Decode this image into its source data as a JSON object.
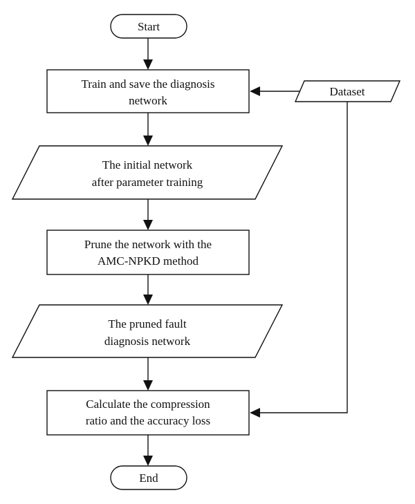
{
  "nodes": {
    "start": {
      "label": "Start"
    },
    "train": {
      "line1": "Train and save the diagnosis",
      "line2": "network"
    },
    "dataset": {
      "label": "Dataset"
    },
    "initial_network": {
      "line1": "The initial network",
      "line2": "after parameter training"
    },
    "prune": {
      "line1": "Prune the network with the",
      "line2": "AMC-NPKD method"
    },
    "pruned_network": {
      "line1": "The pruned fault",
      "line2": "diagnosis network"
    },
    "calculate": {
      "line1": "Calculate the compression",
      "line2": "ratio and the accuracy loss"
    },
    "end": {
      "label": "End"
    }
  },
  "edges": [
    {
      "from": "start",
      "to": "train"
    },
    {
      "from": "dataset",
      "to": "train"
    },
    {
      "from": "train",
      "to": "initial_network"
    },
    {
      "from": "initial_network",
      "to": "prune"
    },
    {
      "from": "prune",
      "to": "pruned_network"
    },
    {
      "from": "pruned_network",
      "to": "calculate"
    },
    {
      "from": "dataset",
      "to": "calculate"
    },
    {
      "from": "calculate",
      "to": "end"
    }
  ]
}
